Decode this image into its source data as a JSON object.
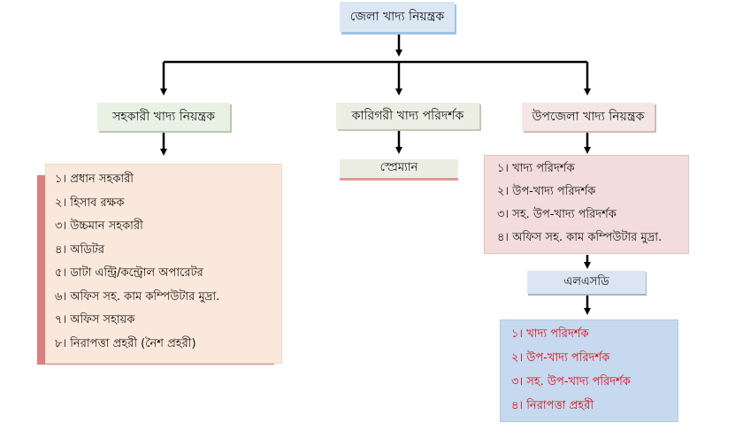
{
  "top": {
    "label": "জেলা খাদ্য নিয়ন্ত্রক"
  },
  "left": {
    "label": "সহকারী খাদ্য নিয়ন্ত্রক",
    "items": [
      "১। প্রধান সহকারী",
      "২। হিসাব রক্ষক",
      "৩। উচ্চমান সহকারী",
      "৪। অডিটর",
      "৫। ডাটা এন্ট্রি/কন্ট্রোল অপারেটর",
      "৬। অফিস সহ. কাম কম্পিউটার মুদ্রা.",
      "৭। অফিস সহায়ক",
      "৮। নিরাপত্তা প্রহরী (নৈশ প্রহরী)"
    ]
  },
  "middle": {
    "label": "কারিগরী খাদ্য পরিদর্শক",
    "child": "স্প্রেম্যান"
  },
  "right": {
    "label": "উপজেলা খাদ্য নিয়ন্ত্রক",
    "items": [
      "১। খাদ্য পরিদর্শক",
      "২। উপ-খাদ্য পরিদর্শক",
      "৩। সহ. উপ-খাদ্য পরিদর্শক",
      "৪। অফিস সহ. কাম কম্পিউটার মুদ্রা."
    ],
    "sub": {
      "label": "এলএসডি",
      "items": [
        "১। খাদ্য পরিদর্শক",
        "২। উপ-খাদ্য পরিদর্শক",
        "৩। সহ. উপ-খাদ্য পরিদর্শক",
        "৪। নিরাপত্তা প্রহরী"
      ]
    }
  },
  "colors": {
    "top_bg": "#dbe7f3",
    "top_shadow": "#9fc3e6",
    "left_header_bg": "#e9f1e4",
    "left_list_bg": "#fbe8dc",
    "left_list_shadow": "#d98080",
    "middle_bg": "#eceee4",
    "middle_child_shadow": "#e39a9a",
    "right_header_bg": "#f5e6e6",
    "right_list_bg": "#f2dcdc",
    "lsd_bg": "#dce6f2",
    "lsd_list_bg": "#c6d9ee",
    "lsd_text": "#e0000f",
    "line": "#000000"
  }
}
